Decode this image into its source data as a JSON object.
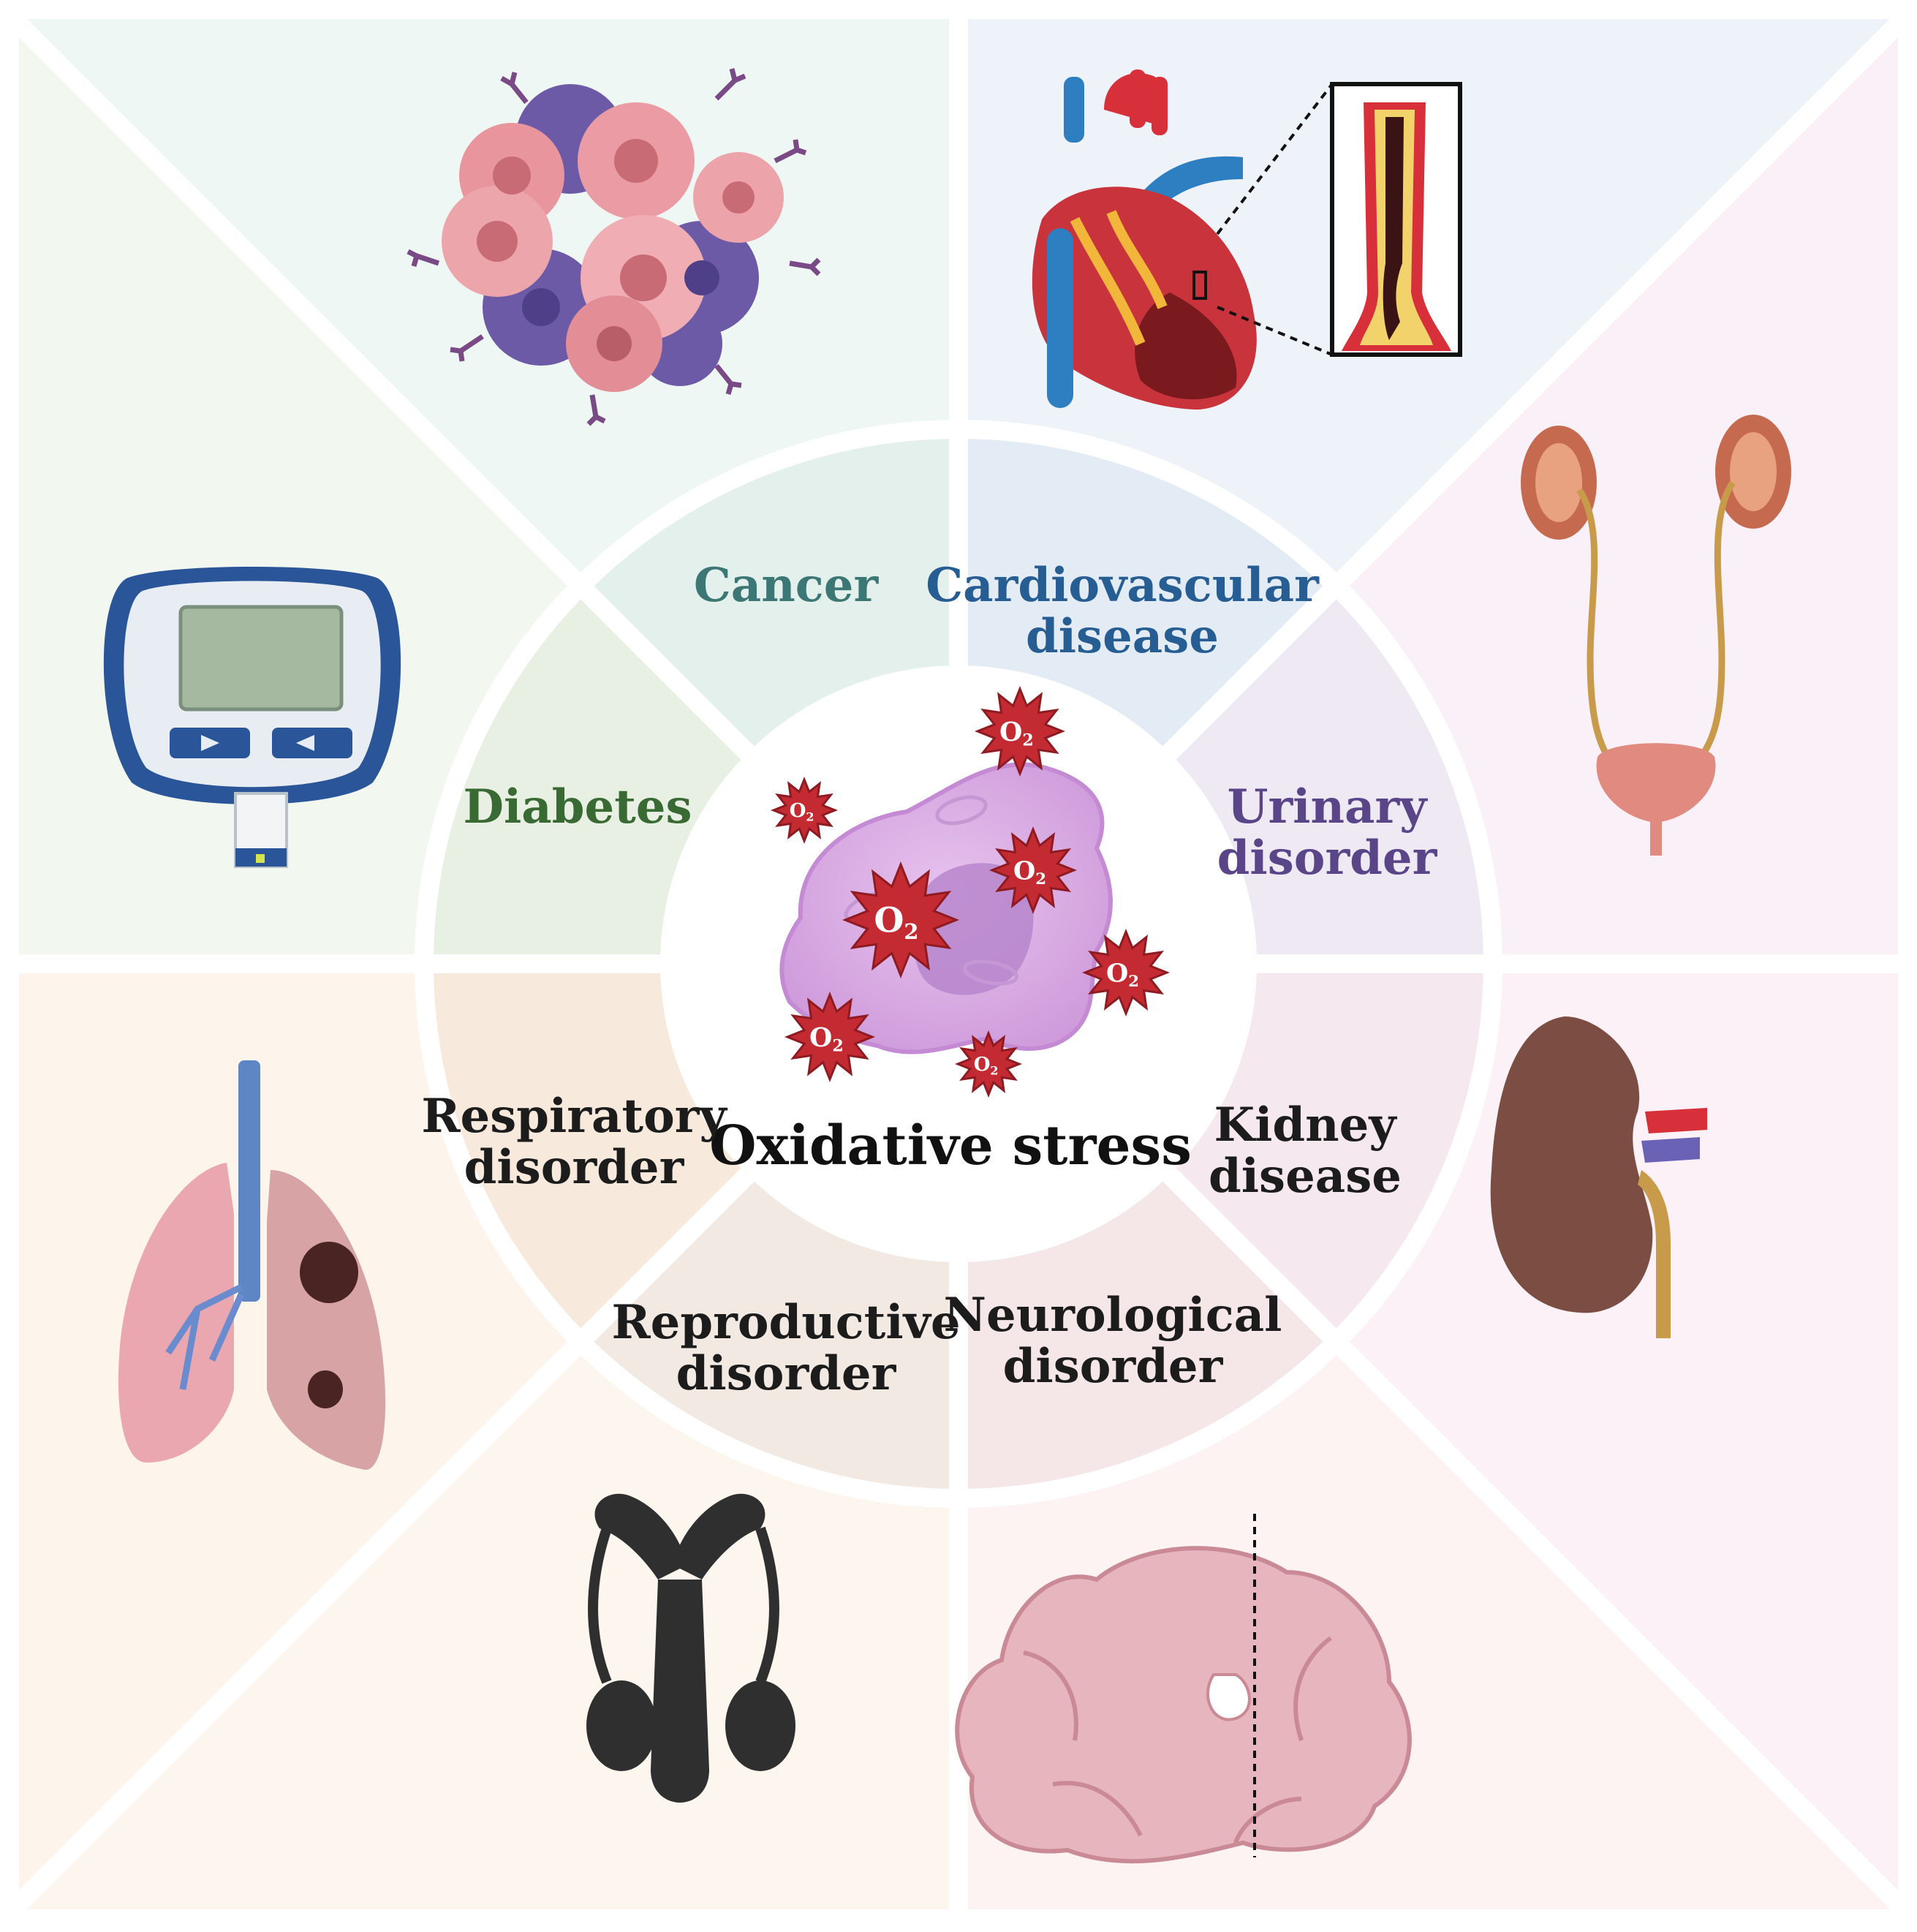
{
  "center": {
    "title": "Oxidative stress",
    "ros_symbol": "O",
    "ros_subscript": "2",
    "colors": {
      "cell": "#d9a9e3",
      "nucleus": "#b98ad0",
      "ros": "#c42a32"
    }
  },
  "segments": [
    {
      "key": "cancer",
      "lines": [
        "Cancer"
      ],
      "color": "#3c7775",
      "ring_fill": "#e3f0ec",
      "outer_fill": "#eef7f3",
      "icon": "cancer-cells-icon"
    },
    {
      "key": "cardiovascular",
      "lines": [
        "Cardiovascular",
        "disease"
      ],
      "color": "#265d92",
      "ring_fill": "#e3ebf5",
      "outer_fill": "#eef3fa",
      "icon": "heart-icon"
    },
    {
      "key": "urinary",
      "lines": [
        "Urinary",
        "disorder"
      ],
      "color": "#5b4589",
      "ring_fill": "#eee9f3",
      "outer_fill": "#f9f0f8",
      "icon": "urinary-system-icon"
    },
    {
      "key": "kidney",
      "lines": [
        "Kidney",
        "disease"
      ],
      "color": "#1c1c1c",
      "ring_fill": "#f5e8ef",
      "outer_fill": "#fbf1f6",
      "icon": "kidney-icon"
    },
    {
      "key": "neurological",
      "lines": [
        "Neurological",
        "disorder"
      ],
      "color": "#1c1c1c",
      "ring_fill": "#f5e7e7",
      "outer_fill": "#fdf3f2",
      "icon": "brain-icon"
    },
    {
      "key": "reproductive",
      "lines": [
        "Reproductive",
        "disorder"
      ],
      "color": "#1c1c1c",
      "ring_fill": "#f2e9e2",
      "outer_fill": "#fdf6ef",
      "icon": "male-reproductive-icon"
    },
    {
      "key": "respiratory",
      "lines": [
        "Respiratory",
        "disorder"
      ],
      "color": "#1c1c1c",
      "ring_fill": "#f7eadc",
      "outer_fill": "#fdf4ec",
      "icon": "lungs-icon"
    },
    {
      "key": "diabetes",
      "lines": [
        "Diabetes"
      ],
      "color": "#3a6a34",
      "ring_fill": "#e8f0e3",
      "outer_fill": "#f2f8ef",
      "icon": "glucose-meter-icon"
    }
  ]
}
